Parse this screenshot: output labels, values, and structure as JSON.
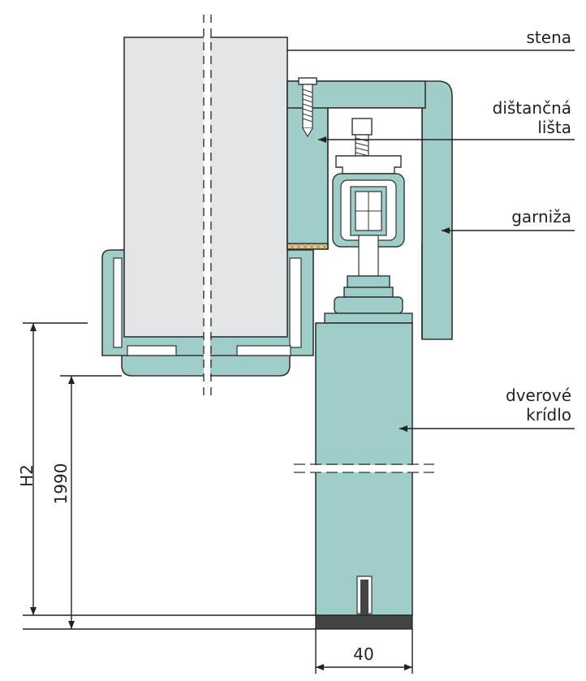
{
  "labels": {
    "stena": "stena",
    "distancna_lista_line1": "dištančná",
    "distancna_lista_line2": "lišta",
    "garniza": "garniža",
    "dverove_kridlo_line1": "dverové",
    "dverove_kridlo_line2": "krídlo"
  },
  "dimensions": {
    "h2": "H2",
    "height_1990": "1990",
    "width_40": "40"
  },
  "colors": {
    "wall": "#e4e5e6",
    "aluminium": "#9ecdca",
    "wood": "#e3c58f",
    "floor_profile": "#444444",
    "line": "#222222"
  }
}
